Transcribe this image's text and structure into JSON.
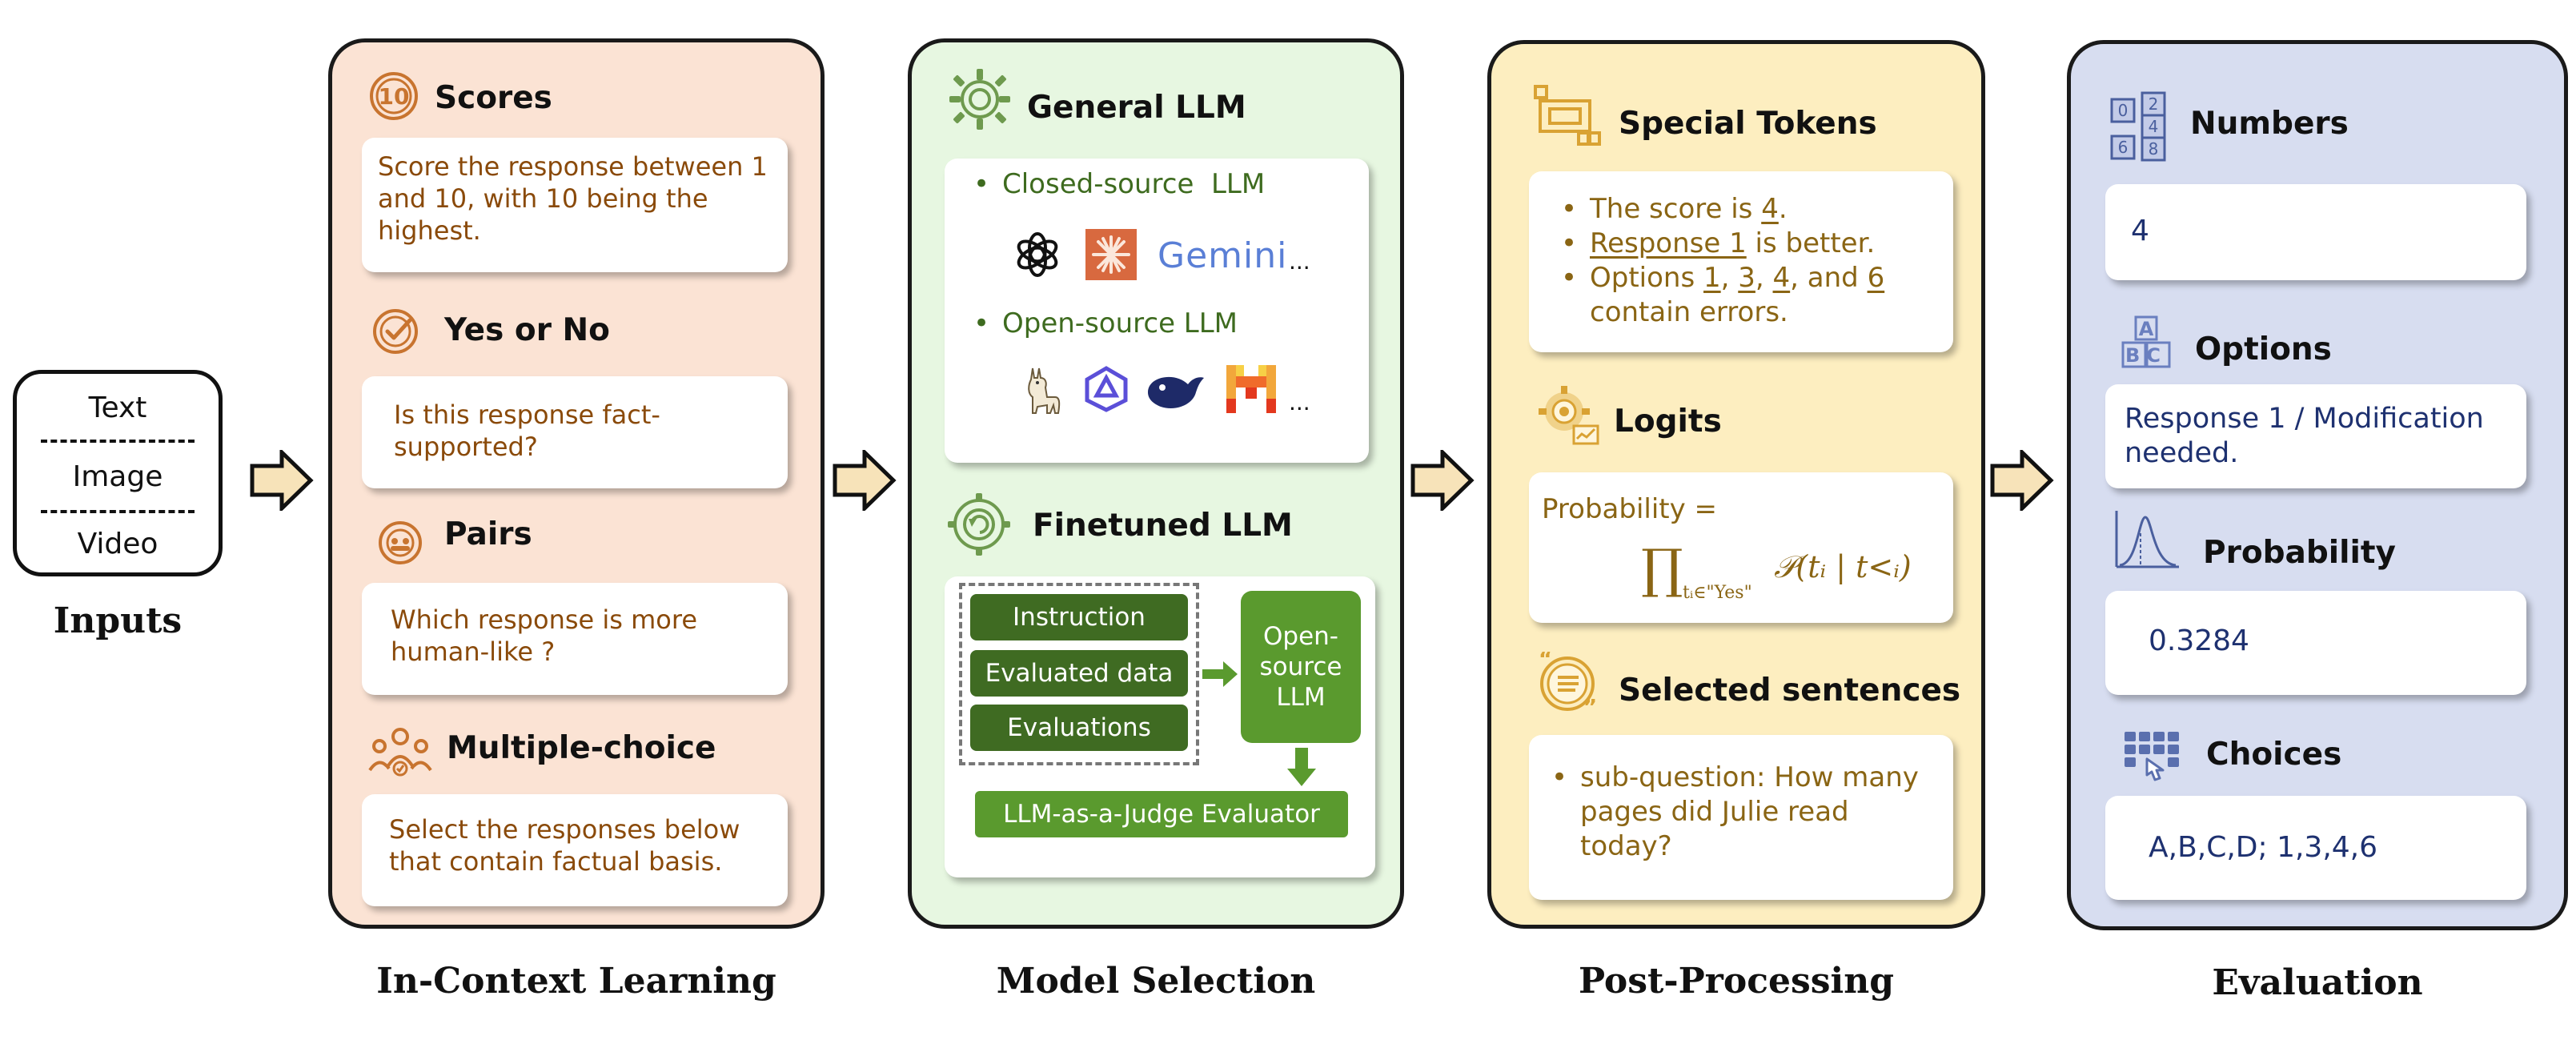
{
  "inputs": {
    "types": [
      "Text",
      "Image",
      "Video"
    ],
    "caption": "Inputs"
  },
  "icl": {
    "caption": "In-Context Learning",
    "sections": [
      {
        "title": "Scores",
        "text": "Score the response between 1 and 10, with 10 being the highest."
      },
      {
        "title": "Yes or No",
        "text": "Is this response fact-supported?"
      },
      {
        "title": "Pairs",
        "text": "Which response is more human-like ?"
      },
      {
        "title": "Multiple-choice",
        "text": "Select the responses below that contain factual basis."
      }
    ],
    "icon_texts": {
      "scores": "10"
    }
  },
  "model": {
    "caption": "Model Selection",
    "general_title": "General LLM",
    "closed_label": "Closed-source  LLM",
    "open_label": "Open-source LLM",
    "gemini": "Gemini",
    "ellipsis1": "...",
    "ellipsis2": "...",
    "finetuned_title": "Finetuned LLM",
    "boxes": [
      "Instruction",
      "Evaluated data",
      "Evaluations"
    ],
    "open_source_box": "Open-source LLM",
    "evaluator": "LLM-as-a-Judge Evaluator"
  },
  "post": {
    "caption": "Post-Processing",
    "special_title": "Special Tokens",
    "special": {
      "l1a": "The score is ",
      "l1b": "4",
      "l1c": ".",
      "l2a": "Response 1",
      "l2b": " is better.",
      "l3a": "Options ",
      "l3b": "1",
      "l3c": ", ",
      "l3d": "3",
      "l3e": ", ",
      "l3f": "4",
      "l3g": ", and ",
      "l3h": "6",
      "l3i": " contain errors."
    },
    "logits_title": "Logits",
    "prob_label": "Probability =",
    "formula_prod": "∏",
    "formula_sub": "tᵢ∈\"Yes\"",
    "formula_rest": "𝒫(tᵢ | t<ᵢ)",
    "selected_title": "Selected sentences",
    "selected_text": "sub-question: How many pages did Julie read today?"
  },
  "evaluation": {
    "caption": "Evaluation",
    "sections": [
      {
        "title": "Numbers",
        "value": "4"
      },
      {
        "title": "Options",
        "value": "Response 1 / Modification needed."
      },
      {
        "title": "Probability",
        "value": "0.3284"
      },
      {
        "title": "Choices",
        "value": "A,B,C,D; 1,3,4,6"
      }
    ],
    "icon_texts": {
      "numbers": [
        "0",
        "2",
        "4",
        "6",
        "8"
      ],
      "options_top": "A",
      "options_bottom": "BC"
    }
  },
  "colors": {
    "icl_bg": "#fbe3d4",
    "icl_text": "#8a4a0a",
    "model_bg": "#e7f7e1",
    "model_text": "#3e6b1f",
    "post_bg": "#fdeec0",
    "post_text": "#8a6514",
    "eval_bg": "#d7ddf0",
    "eval_text": "#1e3170",
    "arrow_fill": "#f7e3b9"
  }
}
